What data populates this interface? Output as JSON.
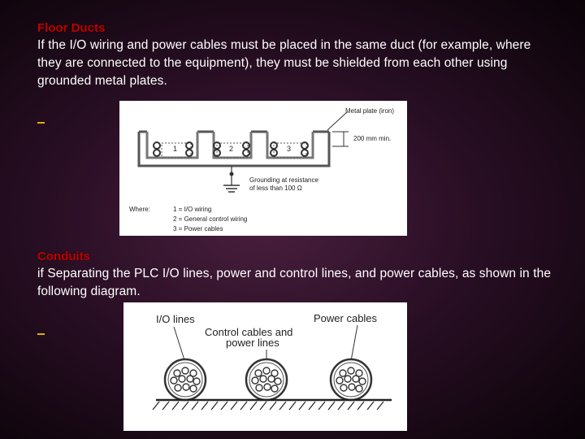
{
  "floor_ducts": {
    "heading": "Floor Ducts",
    "text": "If the I/O wiring and power cables must be placed in the same duct (for example, where they are connected to the equipment), they must be shielded from each other using grounded metal plates."
  },
  "duct_diagram": {
    "metal_plate_label": "Metal plate (iron)",
    "dimension_label": "200 mm min.",
    "slot_1": "1",
    "slot_2": "2",
    "slot_3": "3",
    "ground_label_1": "Grounding at resistance",
    "ground_label_2": "of less than 100 Ω",
    "where_label": "Where:",
    "legend": [
      "1 = I/O wiring",
      "2 = General control wiring",
      "3 = Power cables"
    ]
  },
  "conduits": {
    "heading": "Conduits",
    "text": "if Separating the PLC I/O lines, power and control lines, and power cables, as shown in the following diagram."
  },
  "conduit_diagram": {
    "io_label": "I/O lines",
    "control_label_1": "Control cables and",
    "control_label_2": "power lines",
    "power_label": "Power cables"
  }
}
